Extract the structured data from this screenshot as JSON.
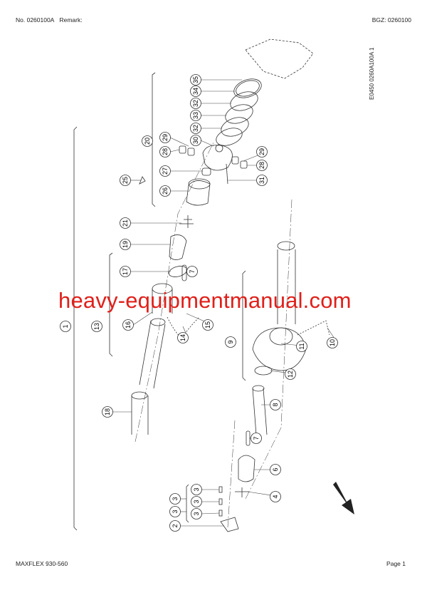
{
  "header": {
    "number": "No. 0260100A",
    "remark": "Remark:",
    "bgz": "BGZ: 0260100"
  },
  "reference_code": "E0450 0260A100A 1",
  "watermark": "heavy-equipmentmanual.com",
  "footer": {
    "model": "MAXFLEX 930-560",
    "page": "Page 1"
  },
  "callouts": [
    "35",
    "34",
    "32",
    "33",
    "32",
    "30",
    "29",
    "28",
    "20",
    "27",
    "26",
    "25",
    "29",
    "28",
    "31",
    "21",
    "19",
    "17",
    "7",
    "16",
    "15",
    "1",
    "13",
    "14",
    "9",
    "11",
    "10",
    "12",
    "18",
    "8",
    "7",
    "6",
    "4",
    "3",
    "3",
    "3",
    "3",
    "3",
    "2"
  ],
  "colors": {
    "line": "#333333",
    "watermark": "#e0201a"
  }
}
